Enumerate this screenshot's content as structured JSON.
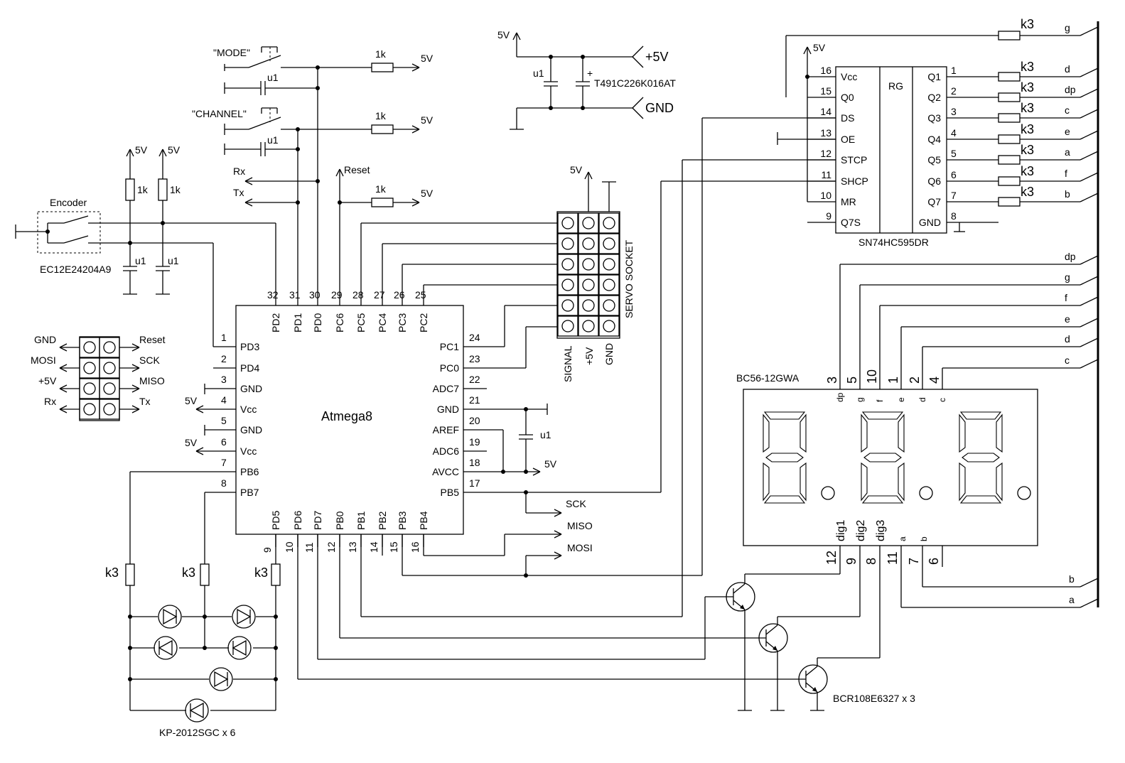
{
  "power": {
    "v5": "5V",
    "plus5v": "+5V",
    "gnd": "GND",
    "cap_u1": "u1",
    "tantalum_part": "T491C226K016AT"
  },
  "buttons": {
    "mode": "\"MODE\"",
    "channel": "\"CHANNEL\"",
    "r_1k": "1k",
    "cap": "u1",
    "v5": "5V"
  },
  "uart_reset": {
    "rx": "Rx",
    "tx": "Tx",
    "reset": "Reset",
    "r_1k": "1k",
    "v5": "5V"
  },
  "encoder": {
    "label": "Encoder",
    "part": "EC12E24204A9",
    "r_1k": "1k",
    "cap": "u1",
    "v5": "5V"
  },
  "isp": {
    "left": [
      "GND",
      "MOSI",
      "+5V",
      "Rx"
    ],
    "right": [
      "Reset",
      "SCK",
      "MISO",
      "Tx"
    ]
  },
  "mcu": {
    "name": "Atmega8",
    "top_pins": [
      {
        "num": "32",
        "name": "PD2"
      },
      {
        "num": "31",
        "name": "PD1"
      },
      {
        "num": "30",
        "name": "PD0"
      },
      {
        "num": "29",
        "name": "PC6"
      },
      {
        "num": "28",
        "name": "PC5"
      },
      {
        "num": "27",
        "name": "PC4"
      },
      {
        "num": "26",
        "name": "PC3"
      },
      {
        "num": "25",
        "name": "PC2"
      }
    ],
    "left_pins": [
      {
        "num": "1",
        "name": "PD3"
      },
      {
        "num": "2",
        "name": "PD4"
      },
      {
        "num": "3",
        "name": "GND"
      },
      {
        "num": "4",
        "name": "Vcc"
      },
      {
        "num": "5",
        "name": "GND"
      },
      {
        "num": "6",
        "name": "Vcc"
      },
      {
        "num": "7",
        "name": "PB6"
      },
      {
        "num": "8",
        "name": "PB7"
      }
    ],
    "right_pins": [
      {
        "num": "24",
        "name": "PC1"
      },
      {
        "num": "23",
        "name": "PC0"
      },
      {
        "num": "22",
        "name": "ADC7"
      },
      {
        "num": "21",
        "name": "GND"
      },
      {
        "num": "20",
        "name": "AREF"
      },
      {
        "num": "19",
        "name": "ADC6"
      },
      {
        "num": "18",
        "name": "AVCC"
      },
      {
        "num": "17",
        "name": "PB5"
      }
    ],
    "bottom_pins": [
      {
        "num": "9",
        "name": "PD5"
      },
      {
        "num": "10",
        "name": "PD6"
      },
      {
        "num": "11",
        "name": "PD7"
      },
      {
        "num": "12",
        "name": "PB0"
      },
      {
        "num": "13",
        "name": "PB1"
      },
      {
        "num": "14",
        "name": "PB2"
      },
      {
        "num": "15",
        "name": "PB3"
      },
      {
        "num": "16",
        "name": "PB4"
      }
    ],
    "v5": "5V",
    "aref_cap": "u1",
    "avcc_5v": "5V",
    "sck": "SCK",
    "miso": "MISO",
    "mosi": "MOSI"
  },
  "servo": {
    "label": "SERVO SOCKET",
    "signal": "SIGNAL",
    "plus5v": "+5V",
    "gnd": "GND",
    "v5": "5V"
  },
  "shift_register": {
    "part": "SN74HC595DR",
    "center": "RG",
    "v5": "5V",
    "left_pins": [
      {
        "num": "16",
        "name": "Vcc"
      },
      {
        "num": "15",
        "name": "Q0"
      },
      {
        "num": "14",
        "name": "DS"
      },
      {
        "num": "13",
        "name": "OE"
      },
      {
        "num": "12",
        "name": "STCP"
      },
      {
        "num": "11",
        "name": "SHCP"
      },
      {
        "num": "10",
        "name": "MR"
      },
      {
        "num": "9",
        "name": "Q7S"
      }
    ],
    "right_pins": [
      {
        "num": "1",
        "name": "Q1"
      },
      {
        "num": "2",
        "name": "Q2"
      },
      {
        "num": "3",
        "name": "Q3"
      },
      {
        "num": "4",
        "name": "Q4"
      },
      {
        "num": "5",
        "name": "Q5"
      },
      {
        "num": "6",
        "name": "Q6"
      },
      {
        "num": "7",
        "name": "Q7"
      },
      {
        "num": "8",
        "name": "GND"
      }
    ],
    "resistor": "k3",
    "segments_out": [
      "d",
      "dp",
      "c",
      "e",
      "a",
      "f",
      "b"
    ],
    "segment_g": "g"
  },
  "display": {
    "part": "BC56-12GWA",
    "top_pin_nums": [
      "3",
      "5",
      "10",
      "1",
      "2",
      "4"
    ],
    "top_pin_names": [
      "dp",
      "g",
      "f",
      "e",
      "d",
      "c"
    ],
    "bottom_pin_names": [
      "dig1",
      "dig2",
      "dig3",
      "a",
      "b"
    ],
    "bottom_pin_nums": [
      "12",
      "9",
      "8",
      "11",
      "7",
      "6"
    ],
    "bus_labels": [
      "dp",
      "g",
      "f",
      "e",
      "d",
      "c"
    ],
    "bus_bottom": [
      "b",
      "a"
    ]
  },
  "transistors": {
    "part": "BCR108E6327 x 3"
  },
  "leds": {
    "resistor": "k3",
    "part": "KP-2012SGC x 6"
  }
}
